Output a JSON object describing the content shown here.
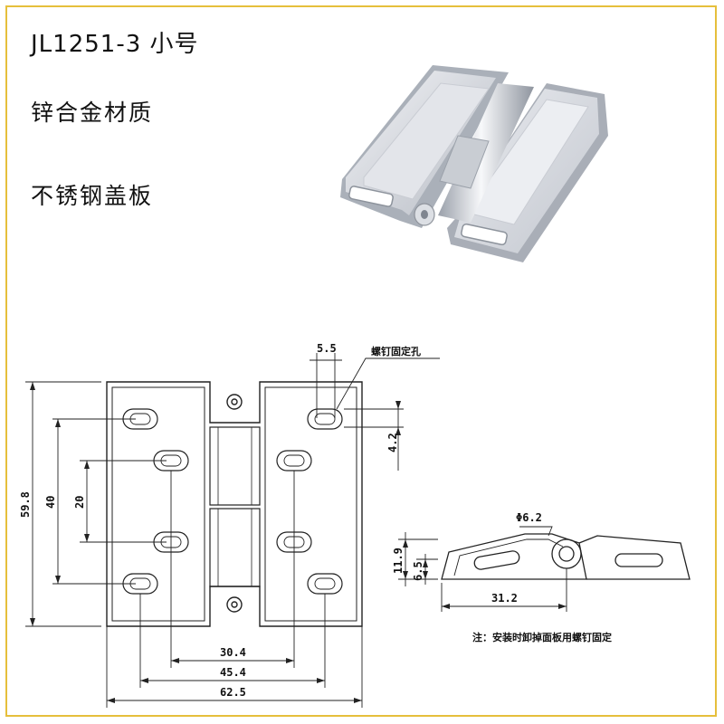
{
  "header": {
    "model": "JL1251-3  小号",
    "material": "锌合金材质",
    "cover": "不锈钢盖板"
  },
  "drawing": {
    "labels": {
      "screw_hole": "螺钉固定孔",
      "hole_spacing": "5.5",
      "offset_top": "4.2",
      "height_total": "59.8",
      "height_40": "40",
      "height_20": "20",
      "width_30": "30.4",
      "width_45": "45.4",
      "width_62": "62.5",
      "pin_dia": "Φ6.2",
      "side_11": "11.9",
      "side_6": "6.5",
      "side_31": "31.2",
      "note": "注：安装时卸掉面板用螺钉固定"
    },
    "accent_color": "#e6bf3c"
  }
}
